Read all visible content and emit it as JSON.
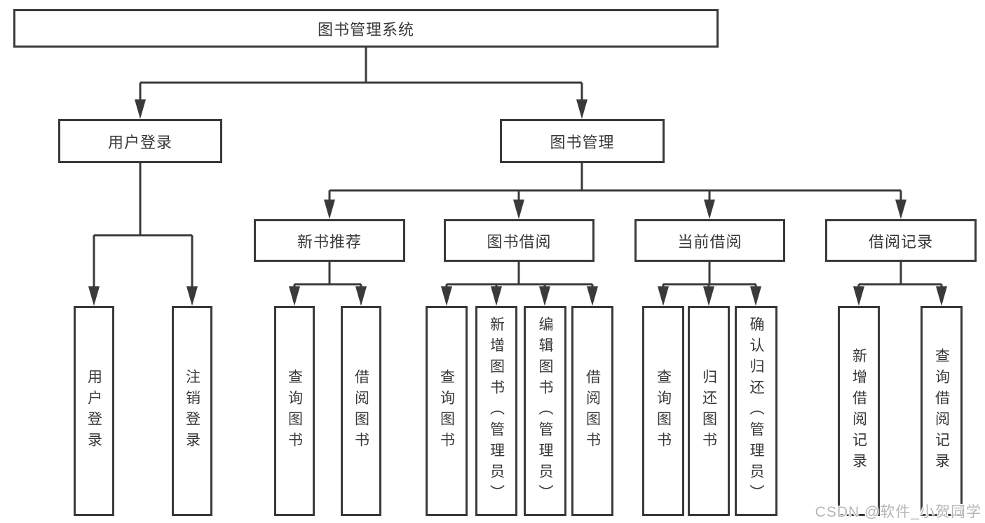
{
  "tree": {
    "label": "图书管理系统",
    "children": [
      {
        "label": "用户登录",
        "children": [
          {
            "label": "用户登录"
          },
          {
            "label": "注销登录"
          }
        ]
      },
      {
        "label": "图书管理",
        "children": [
          {
            "label": "新书推荐",
            "children": [
              {
                "label": "查询图书"
              },
              {
                "label": "借阅图书"
              }
            ]
          },
          {
            "label": "图书借阅",
            "children": [
              {
                "label": "查询图书"
              },
              {
                "label": "新增图书（管理员）"
              },
              {
                "label": "编辑图书（管理员）"
              },
              {
                "label": "借阅图书"
              }
            ]
          },
          {
            "label": "当前借阅",
            "children": [
              {
                "label": "查询图书"
              },
              {
                "label": "归还图书"
              },
              {
                "label": "确认归还（管理员）"
              }
            ]
          },
          {
            "label": "借阅记录",
            "children": [
              {
                "label": "新增借阅记录"
              },
              {
                "label": "查询借阅记录"
              }
            ]
          }
        ]
      }
    ]
  },
  "watermark": {
    "text": "CSDN @软件_小贺同学"
  },
  "colors": {
    "line": "#3a3a3a",
    "box_border": "#3a3a3a",
    "text": "#383838",
    "watermark": "#b6b6b6",
    "background": "#ffffff"
  }
}
